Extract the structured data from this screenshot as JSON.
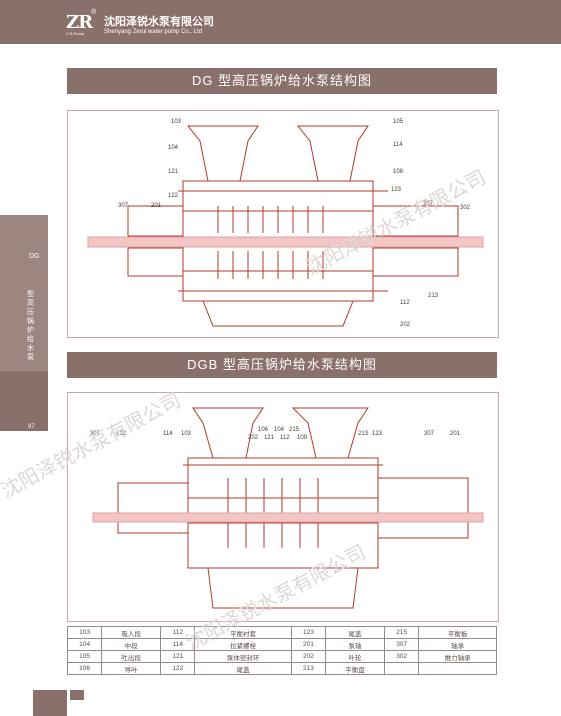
{
  "header": {
    "logo": "ZR",
    "logo_sub": "Z.R.Pump",
    "reg_mark": "®",
    "company_cn": "沈阳泽锐水泵有限公司",
    "company_en": "Shenyang Zerui water pump Co., Ltd"
  },
  "side": {
    "series": "DG",
    "title": "型高压锅炉给水泵",
    "page": "97"
  },
  "sections": [
    {
      "title": "DG 型高压锅炉给水泵结构图"
    },
    {
      "title": "DGB 型高压锅炉给水泵结构图"
    }
  ],
  "fig1_labels": [
    "103",
    "105",
    "104",
    "114",
    "121",
    "108",
    "122",
    "123",
    "307",
    "201",
    "307",
    "302",
    "112",
    "213",
    "202"
  ],
  "fig2_labels": [
    "307",
    "122",
    "114",
    "103",
    "106",
    "202",
    "121",
    "104",
    "112",
    "215",
    "109",
    "213",
    "123",
    "307",
    "201"
  ],
  "parts_table": [
    [
      "103",
      "吸入段",
      "112",
      "平衡衬套",
      "123",
      "尾盖",
      "215",
      "平衡板"
    ],
    [
      "104",
      "中段",
      "114",
      "拉紧螺栓",
      "201",
      "泵轴",
      "307",
      "轴承"
    ],
    [
      "105",
      "吐出段",
      "121",
      "泵体密封环",
      "202",
      "叶轮",
      "302",
      "推力轴承"
    ],
    [
      "106",
      "导叶",
      "122",
      "尾盖",
      "213",
      "平衡盘",
      "",
      ""
    ]
  ],
  "watermark": "沈阳泽锐水泵有限公司"
}
